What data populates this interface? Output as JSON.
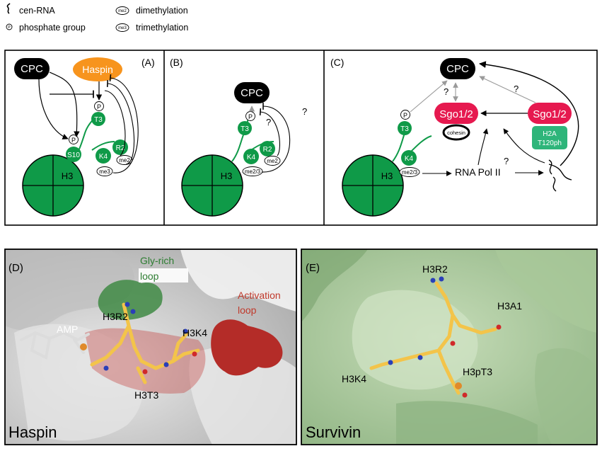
{
  "legend": {
    "cen_rna": "cen-RNA",
    "phosphate": "phosphate group",
    "dimethylation": "dimethylation",
    "trimethylation": "trimethylation",
    "me2_symbol": "me2",
    "me3_symbol": "me3",
    "p_symbol": "P"
  },
  "panel_a": {
    "letter": "(A)",
    "cpc": "CPC",
    "haspin": "Haspin",
    "h3": "H3",
    "p_top": "P",
    "p_left": "P",
    "t3": "T3",
    "s10": "S10",
    "k4": "K4",
    "r2": "R2",
    "me2": "me2",
    "me3": "me3"
  },
  "panel_b": {
    "letter": "(B)",
    "cpc": "CPC",
    "h3": "H3",
    "p": "P",
    "t3": "T3",
    "k4": "K4",
    "r2": "R2",
    "me2": "me2",
    "me23": "me2/3",
    "q1": "?",
    "q2": "?"
  },
  "panel_c": {
    "letter": "(C)",
    "cpc": "CPC",
    "h3": "H3",
    "p": "P",
    "t3": "T3",
    "k4": "K4",
    "me23": "me2/3",
    "sgo_left": "Sgo1/2",
    "sgo_right": "Sgo1/2",
    "cohesin": "cohesin",
    "h2a_line1": "H2A",
    "h2a_line2": "T120ph",
    "rnapol": "RNA Pol II",
    "q1": "?",
    "q2": "?",
    "q3": "?"
  },
  "panel_d": {
    "letter": "(D)",
    "gly_line1": "Gly-rich",
    "gly_line2": "loop",
    "act_line1": "Activation",
    "act_line2": "loop",
    "amp": "AMP",
    "h3r2": "H3R2",
    "h3k4": "H3K4",
    "h3t3": "H3T3",
    "name": "Haspin"
  },
  "panel_e": {
    "letter": "(E)",
    "h3r2": "H3R2",
    "h3a1": "H3A1",
    "h3k4": "H3K4",
    "h3pt3": "H3pT3",
    "name": "Survivin"
  },
  "colors": {
    "green": "#0f9a48",
    "orange": "#f7941d",
    "magenta": "#e6194f",
    "teal": "#2eb57a",
    "black": "#000000",
    "gray_arrow": "#9a9a9a",
    "act_red": "#c0322f",
    "gly_green": "#3f8a44",
    "gly_text": "#2e7d32",
    "act_text": "#c0392b",
    "survivin_bg": "#b3cfa4",
    "haspin_bg": "#d6d6d6",
    "peptide": "#f3c44a"
  }
}
